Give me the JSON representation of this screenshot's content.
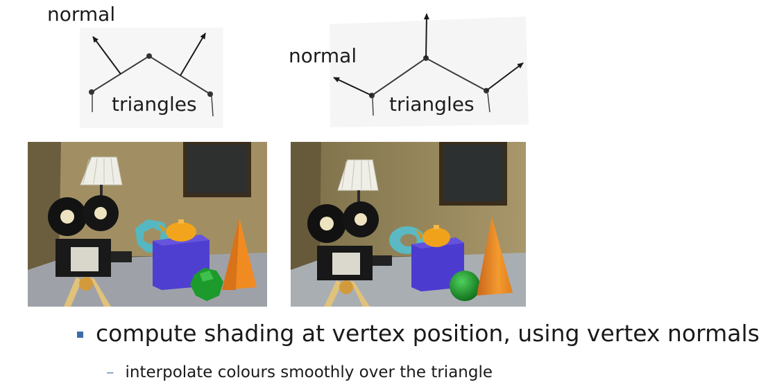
{
  "flat_diagram": {
    "normal_label": "normal",
    "triangles_label": "triangles"
  },
  "smooth_diagram": {
    "normal_label": "normal",
    "triangles_label": "triangles"
  },
  "renders": {
    "flat": {
      "palette": {
        "wall": "#a18f63",
        "floor": "#9ea2a8",
        "cube": "#4f3fd0",
        "cone": "#f08b22",
        "sphere": "#1c9a2b",
        "teapot": "#f2a51c",
        "torus": "#55b7c1"
      }
    },
    "smooth": {
      "palette": {
        "wall": "#9a8a5c",
        "floor": "#a9aeb3",
        "cube": "#4b3ccf",
        "cone": "#ef8a1e",
        "sphere": "#1f9d2e",
        "teapot": "#f0a31a",
        "torus": "#5ab9c3"
      }
    }
  },
  "bullets": {
    "main": "compute shading at vertex position, using vertex normals",
    "sub": "interpolate colours smoothly over the triangle"
  },
  "colors": {
    "bullet_square": "#3b6ea8",
    "sub_dash": "#6a8fbe"
  }
}
